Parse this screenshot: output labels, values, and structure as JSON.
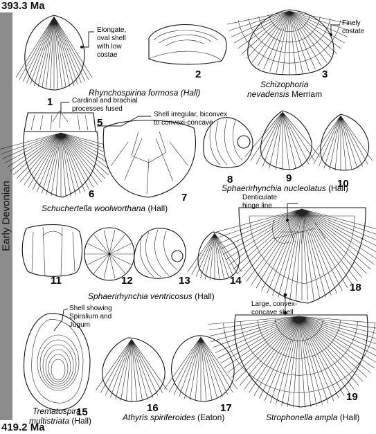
{
  "age_top": "393.3 Ma",
  "age_bottom": "419.2 Ma",
  "era": "Early Devonian",
  "figure_numbers": [
    "1",
    "2",
    "3",
    "5",
    "6",
    "7",
    "8",
    "9",
    "10",
    "11",
    "12",
    "13",
    "14",
    "15",
    "16",
    "17",
    "18",
    "19"
  ],
  "species": [
    {
      "name": "Rhynchospirina formosa",
      "author": "(Hall)"
    },
    {
      "name_line1": "Schizophoria",
      "name_line2": "nevadensis",
      "author": "Merriam"
    },
    {
      "name": "Schuchertella woolworthana",
      "author": "(Hall)"
    },
    {
      "name": "Sphaerirhynchia nucleolatus",
      "author": "(Hall)"
    },
    {
      "name": "Sphaerirhynchia ventricosus",
      "author": "(Hall)"
    },
    {
      "name_line1": "Trematospira",
      "name_line2": "multistriata",
      "author": "(Hall)"
    },
    {
      "name": "Athyris spiriferoides",
      "author": "(Eaton)"
    },
    {
      "name": "Strophonella ampla",
      "author": "(Hall)"
    }
  ],
  "notes": {
    "n1": [
      "Elongate,",
      "oval shell",
      "with low",
      "costae"
    ],
    "n3": [
      "Finely",
      "costate"
    ],
    "n5": [
      "Cardinal and brachial",
      "processes fused"
    ],
    "n7": [
      "Shell irregular, biconvex",
      "to convexi-concave"
    ],
    "n18": [
      "Denticulate",
      "hinge line"
    ],
    "n19": [
      "Large, convex-",
      "concave shell"
    ],
    "n15": [
      "Shell showing",
      "Spiralium and",
      "Jugum"
    ]
  }
}
